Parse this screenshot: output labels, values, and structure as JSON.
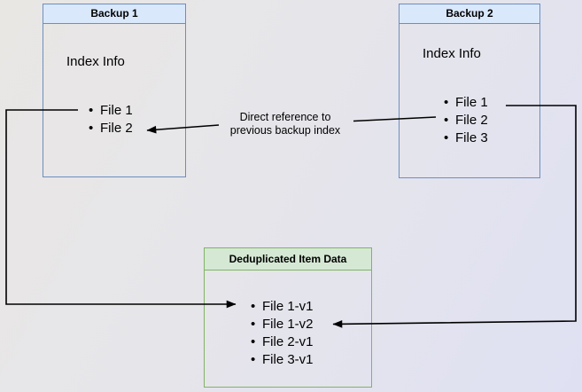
{
  "boxes": {
    "backup1": {
      "header": "Backup 1",
      "section_title": "Index Info",
      "items": [
        "File 1",
        "File 2"
      ]
    },
    "backup2": {
      "header": "Backup 2",
      "section_title": "Index Info",
      "items": [
        "File 1",
        "File 2",
        "File 3"
      ]
    },
    "dedup": {
      "header": "Deduplicated Item Data",
      "items": [
        "File 1-v1",
        "File 1-v2",
        "File 2-v1",
        "File 3-v1"
      ]
    }
  },
  "connectors": {
    "direct_reference": {
      "label_line1": "Direct reference to",
      "label_line2": "previous backup index"
    }
  },
  "colors": {
    "backup_header_fill": "#dae8fc",
    "backup_border": "#6c8ebf",
    "dedup_header_fill": "#d5e8d4",
    "dedup_border": "#82b366",
    "arrow": "#000000"
  }
}
